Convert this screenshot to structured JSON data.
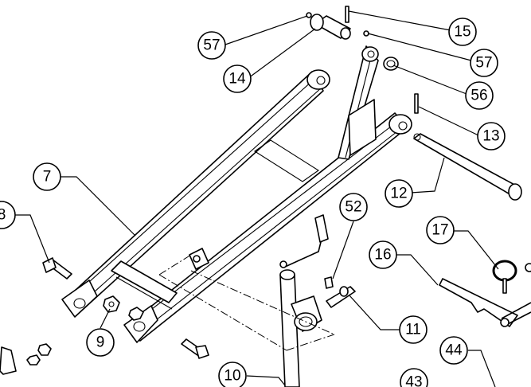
{
  "diagram": {
    "line_color": "#000000",
    "background": "#ffffff",
    "callouts": [
      {
        "id": "c57a",
        "label": "57"
      },
      {
        "id": "c14",
        "label": "14"
      },
      {
        "id": "c15",
        "label": "15"
      },
      {
        "id": "c57b",
        "label": "57"
      },
      {
        "id": "c56",
        "label": "56"
      },
      {
        "id": "c13",
        "label": "13"
      },
      {
        "id": "c12",
        "label": "12"
      },
      {
        "id": "c7",
        "label": "7"
      },
      {
        "id": "c8",
        "label": "8"
      },
      {
        "id": "c52",
        "label": "52"
      },
      {
        "id": "c17",
        "label": "17"
      },
      {
        "id": "c16",
        "label": "16"
      },
      {
        "id": "c11",
        "label": "11"
      },
      {
        "id": "c9",
        "label": "9"
      },
      {
        "id": "c44",
        "label": "44"
      },
      {
        "id": "c10",
        "label": "10"
      },
      {
        "id": "c43",
        "label": "43"
      }
    ]
  }
}
